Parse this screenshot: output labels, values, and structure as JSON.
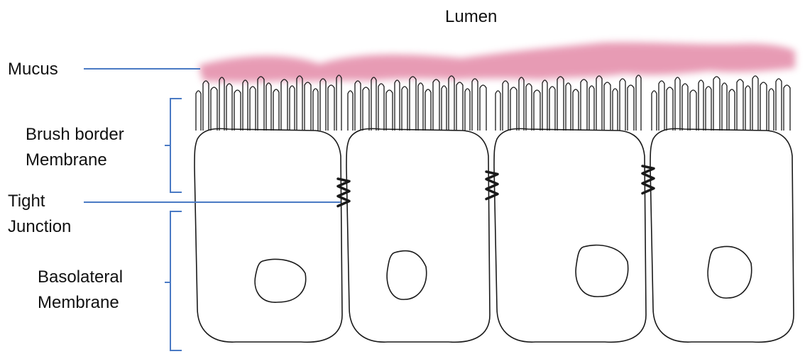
{
  "labels": {
    "lumen": "Lumen",
    "mucus": "Mucus",
    "brush_border": [
      "Brush border",
      "Membrane"
    ],
    "tight_junction": [
      "Tight",
      "Junction"
    ],
    "basolateral": [
      "Basolateral",
      "Membrane"
    ]
  },
  "colors": {
    "mucus": "#e07a9c",
    "leader_line": "#4a7ac4",
    "bracket": "#4a7ac4",
    "outline": "#1a1a1a"
  },
  "cells": {
    "count": 4
  }
}
